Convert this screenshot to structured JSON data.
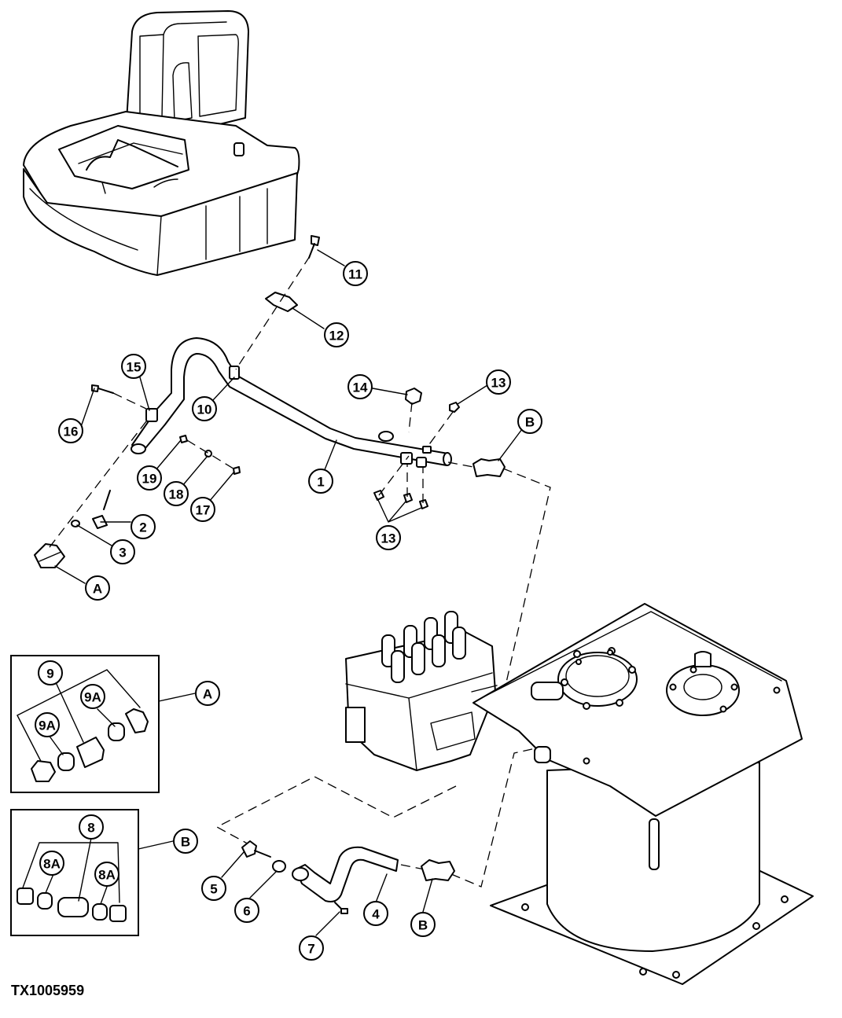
{
  "figure_id": "TX1005959",
  "callouts": [
    {
      "label": "11",
      "leader": "leader-11"
    },
    {
      "label": "12",
      "leader": "leader-12"
    },
    {
      "label": "15",
      "leader": "leader-15"
    },
    {
      "label": "10",
      "leader": "leader-10"
    },
    {
      "label": "14",
      "leader": "leader-14"
    },
    {
      "label": "13",
      "leader": "leader-13a"
    },
    {
      "label": "B",
      "leader": "leader-b-top"
    },
    {
      "label": "16",
      "leader": "leader-16"
    },
    {
      "label": "19",
      "leader": "leader-19"
    },
    {
      "label": "18",
      "leader": "leader-18"
    },
    {
      "label": "17",
      "leader": "leader-17"
    },
    {
      "label": "1",
      "leader": "leader-1"
    },
    {
      "label": "2",
      "leader": "leader-2"
    },
    {
      "label": "3",
      "leader": "leader-3"
    },
    {
      "label": "13",
      "leader": "leader-13b"
    },
    {
      "label": "A",
      "leader": "leader-a-lower"
    },
    {
      "label": "9",
      "leader": "leader-9"
    },
    {
      "label": "9A",
      "leader": "leader-9a-right"
    },
    {
      "label": "9A",
      "leader": "leader-9a-left"
    },
    {
      "label": "A",
      "leader": "leader-a-box"
    },
    {
      "label": "8",
      "leader": "leader-8"
    },
    {
      "label": "8A",
      "leader": "leader-8a-left"
    },
    {
      "label": "8A",
      "leader": "leader-8a-right"
    },
    {
      "label": "B",
      "leader": "leader-b-box"
    },
    {
      "label": "5",
      "leader": "leader-5"
    },
    {
      "label": "6",
      "leader": "leader-6"
    },
    {
      "label": "4",
      "leader": "leader-4"
    },
    {
      "label": "B",
      "leader": "leader-b-lower"
    },
    {
      "label": "7",
      "leader": "leader-7"
    }
  ]
}
